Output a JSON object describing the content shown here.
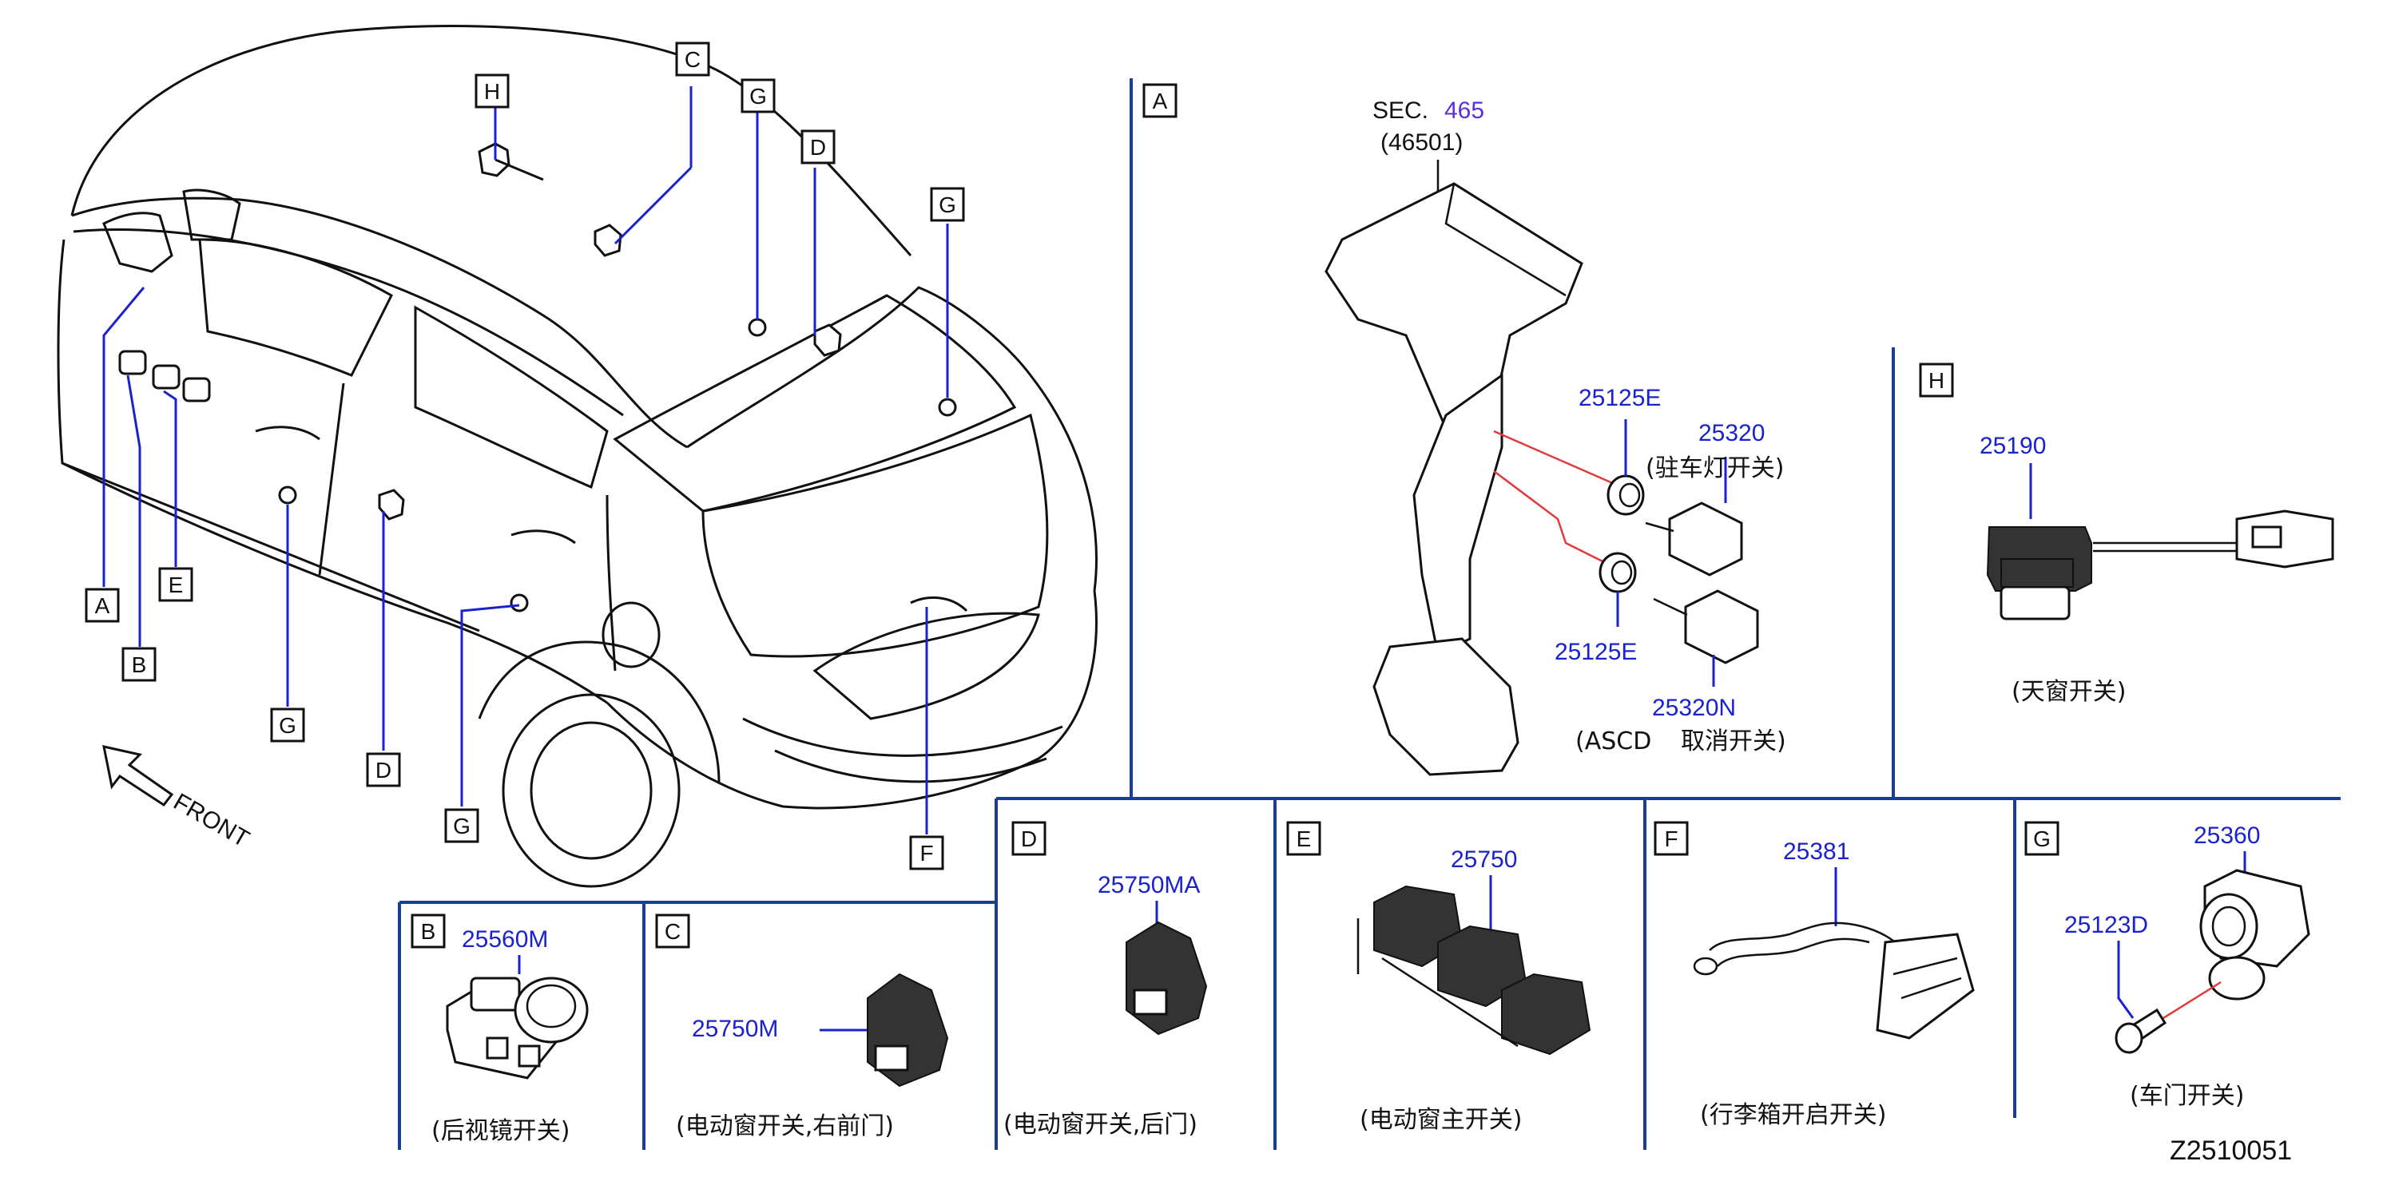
{
  "diagram_id": "Z2510051",
  "front_label": "FRONT",
  "overview_callouts": [
    "A",
    "B",
    "C",
    "D",
    "E",
    "F",
    "G",
    "H"
  ],
  "sections": {
    "A": {
      "letter": "A",
      "ref_prefix": "SEC.",
      "ref_section": "465",
      "ref_part": "(46501)",
      "parts": [
        {
          "number": "25125E",
          "caption": ""
        },
        {
          "number": "25320",
          "caption": "(驻车灯开关)"
        },
        {
          "number": "25125E",
          "caption": ""
        },
        {
          "number": "25320N",
          "caption": ""
        }
      ],
      "caption_ascd_left": "(ASCD",
      "caption_ascd_right": "取消开关)"
    },
    "B": {
      "letter": "B",
      "part": "25560M",
      "caption": "(后视镜开关)"
    },
    "C": {
      "letter": "C",
      "part": "25750M",
      "caption": "(电动窗开关,右前门)"
    },
    "D": {
      "letter": "D",
      "part": "25750MA",
      "caption": "(电动窗开关,后门)"
    },
    "E": {
      "letter": "E",
      "part": "25750",
      "caption": "(电动窗主开关)"
    },
    "F": {
      "letter": "F",
      "part": "25381",
      "caption": "(行李箱开启开关)"
    },
    "G": {
      "letter": "G",
      "part_a": "25360",
      "part_b": "25123D",
      "caption": "(车门开关)"
    },
    "H": {
      "letter": "H",
      "part": "25190",
      "caption": "(天窗开关)"
    }
  },
  "colors": {
    "part_number": "#1a22cc",
    "leader_line": "#1a22cc",
    "section_divider": "#1a3f8f",
    "linkage": "#e23a3a",
    "text": "#111111"
  }
}
